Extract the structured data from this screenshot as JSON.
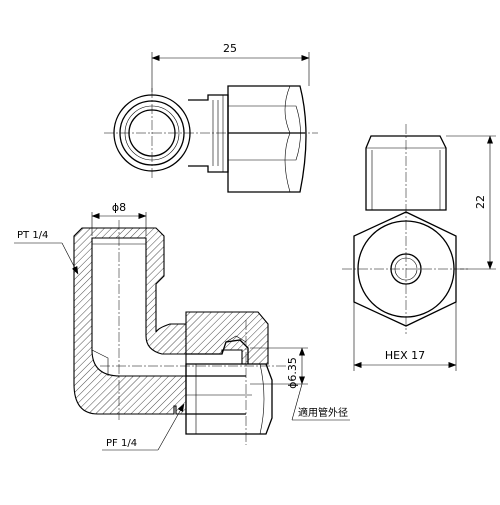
{
  "drawing": {
    "dimensions": {
      "overall_length": "25",
      "height": "22",
      "bore_diameter": "ϕ8",
      "hex_size": "HEX 17",
      "tube_od": "ϕ6.35"
    },
    "callouts": {
      "thread_top": "PT 1/4",
      "thread_bottom": "PF 1/4",
      "tube_od_note": "適用管外径"
    }
  }
}
